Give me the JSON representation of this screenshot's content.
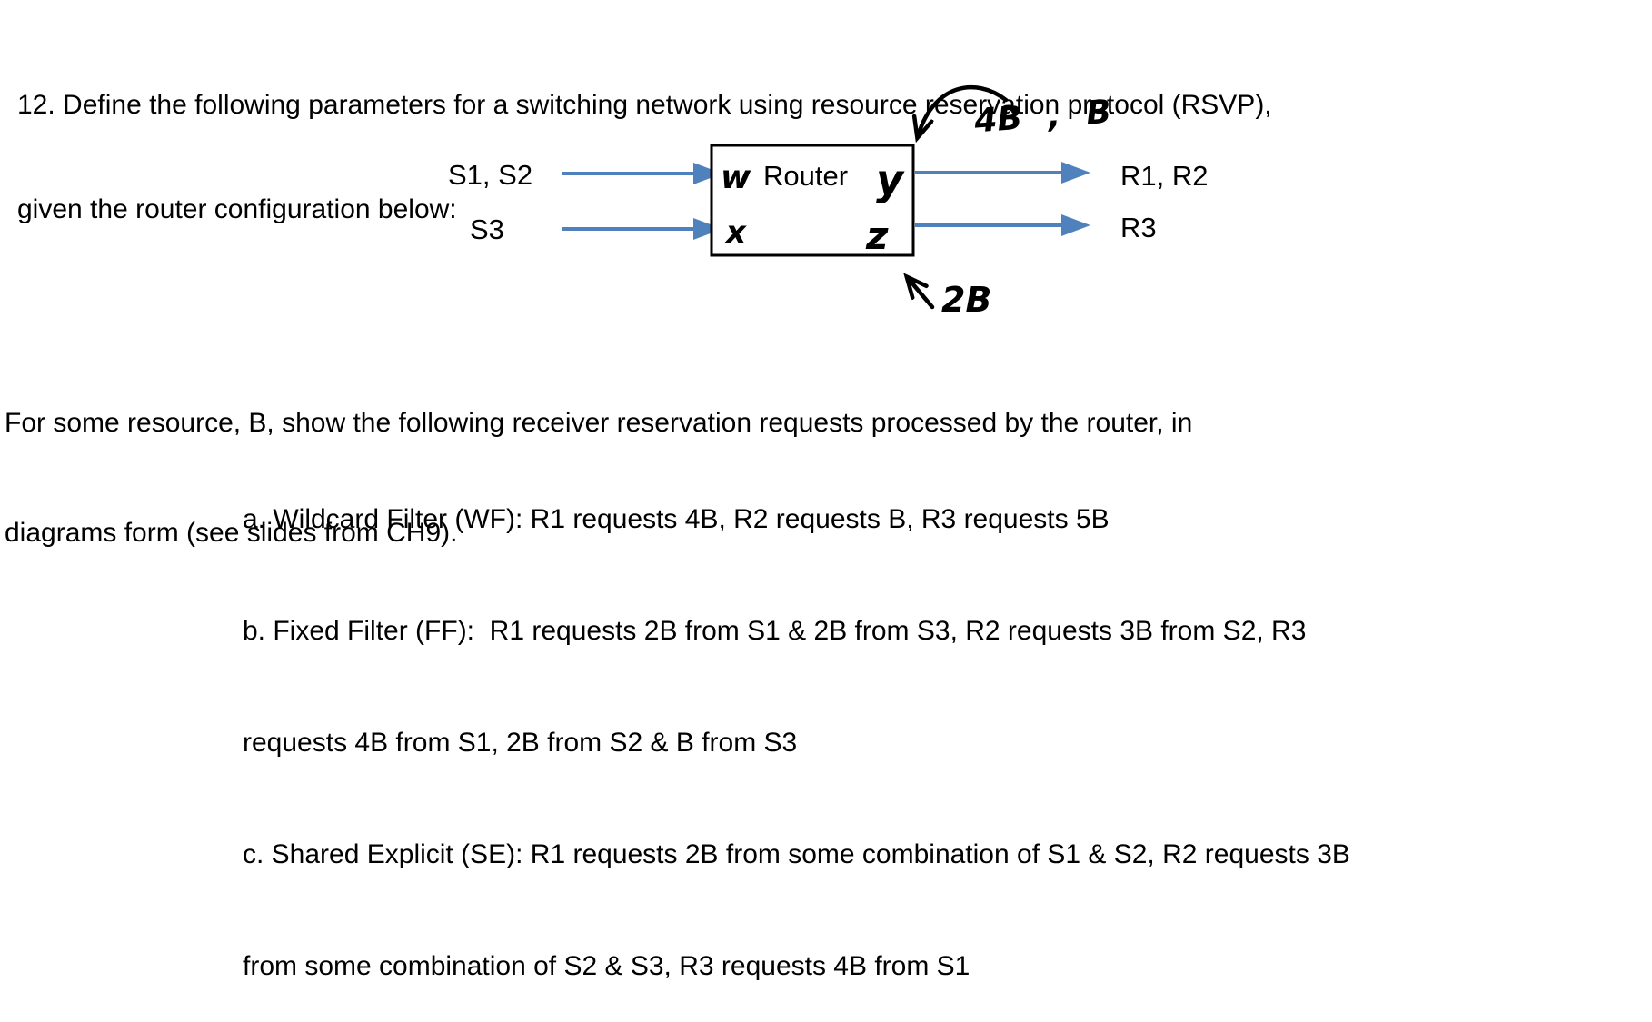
{
  "question": {
    "line1": "12. Define the following parameters for a switching network using resource reservation protocol (RSVP),",
    "line2": "given the router configuration below:"
  },
  "diagram": {
    "source_top": "S1, S2",
    "source_bottom": "S3",
    "router_label": "Router",
    "port_w": "w",
    "port_x": "x",
    "port_y": "y",
    "port_z": "z",
    "receiver_top": "R1, R2",
    "receiver_bottom": "R3",
    "handwritten_top": "4B , B",
    "handwritten_bottom": "2B",
    "arrow_color": "#4f81bd",
    "ink_color": "#000000"
  },
  "paragraph": {
    "line1": "For some resource, B, show the following receiver reservation requests processed by the router, in",
    "line2": "diagrams form (see slides from CH9)."
  },
  "list": {
    "item_a": {
      "line1": "a. Wildcard Filter (WF): R1 requests 4B, R2 requests B, R3 requests 5B"
    },
    "item_b": {
      "line1": "b. Fixed Filter (FF):  R1 requests 2B from S1 & 2B from S3, R2 requests 3B from S2, R3",
      "line2": "requests 4B from S1, 2B from S2 & B from S3"
    },
    "item_c": {
      "line1": "c. Shared Explicit (SE): R1 requests 2B from some combination of S1 & S2, R2 requests 3B",
      "line2": "from some combination of S2 & S3, R3 requests 4B from S1"
    }
  }
}
